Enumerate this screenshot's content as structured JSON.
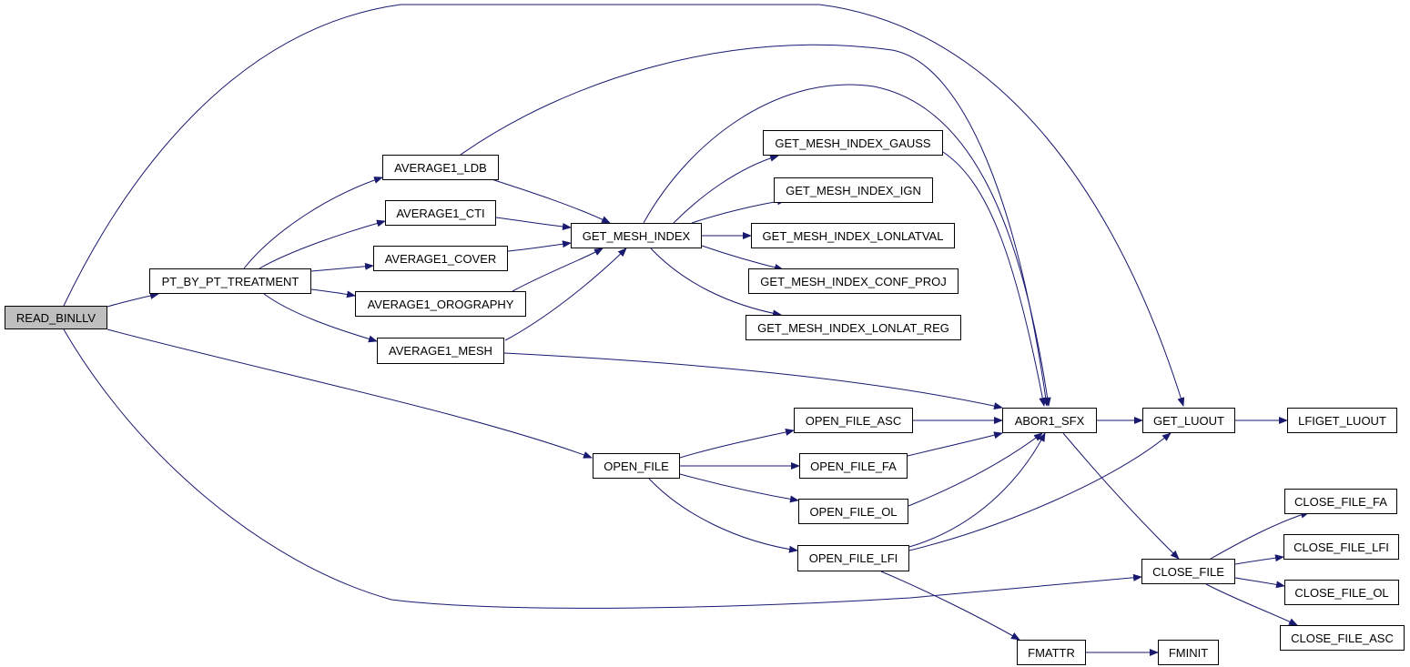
{
  "diagram": {
    "edge_color": "#191970",
    "root_fill": "#bfbfbf",
    "nodes": {
      "read_binllv": "READ_BINLLV",
      "pt_by_pt_treatment": "PT_BY_PT_TREATMENT",
      "average1_ldb": "AVERAGE1_LDB",
      "average1_cti": "AVERAGE1_CTI",
      "average1_cover": "AVERAGE1_COVER",
      "average1_orography": "AVERAGE1_OROGRAPHY",
      "average1_mesh": "AVERAGE1_MESH",
      "get_mesh_index": "GET_MESH_INDEX",
      "get_mesh_index_gauss": "GET_MESH_INDEX_GAUSS",
      "get_mesh_index_ign": "GET_MESH_INDEX_IGN",
      "get_mesh_index_lonlatval": "GET_MESH_INDEX_LONLATVAL",
      "get_mesh_index_conf_proj": "GET_MESH_INDEX_CONF_PROJ",
      "get_mesh_index_lonlat_reg": "GET_MESH_INDEX_LONLAT_REG",
      "abor1_sfx": "ABOR1_SFX",
      "get_luout": "GET_LUOUT",
      "lfiget_luout": "LFIGET_LUOUT",
      "open_file": "OPEN_FILE",
      "open_file_asc": "OPEN_FILE_ASC",
      "open_file_fa": "OPEN_FILE_FA",
      "open_file_ol": "OPEN_FILE_OL",
      "open_file_lfi": "OPEN_FILE_LFI",
      "close_file": "CLOSE_FILE",
      "close_file_fa": "CLOSE_FILE_FA",
      "close_file_lfi": "CLOSE_FILE_LFI",
      "close_file_ol": "CLOSE_FILE_OL",
      "close_file_asc": "CLOSE_FILE_ASC",
      "fmattr": "FMATTR",
      "fminit": "FMINIT"
    },
    "edges": [
      [
        "read_binllv",
        "pt_by_pt_treatment"
      ],
      [
        "read_binllv",
        "get_luout"
      ],
      [
        "read_binllv",
        "open_file"
      ],
      [
        "read_binllv",
        "close_file"
      ],
      [
        "pt_by_pt_treatment",
        "average1_ldb"
      ],
      [
        "pt_by_pt_treatment",
        "average1_cti"
      ],
      [
        "pt_by_pt_treatment",
        "average1_cover"
      ],
      [
        "pt_by_pt_treatment",
        "average1_orography"
      ],
      [
        "pt_by_pt_treatment",
        "average1_mesh"
      ],
      [
        "average1_ldb",
        "get_mesh_index"
      ],
      [
        "average1_ldb",
        "abor1_sfx"
      ],
      [
        "average1_cti",
        "get_mesh_index"
      ],
      [
        "average1_cover",
        "get_mesh_index"
      ],
      [
        "average1_orography",
        "get_mesh_index"
      ],
      [
        "average1_mesh",
        "get_mesh_index"
      ],
      [
        "average1_mesh",
        "abor1_sfx"
      ],
      [
        "get_mesh_index",
        "get_mesh_index_gauss"
      ],
      [
        "get_mesh_index",
        "get_mesh_index_ign"
      ],
      [
        "get_mesh_index",
        "get_mesh_index_lonlatval"
      ],
      [
        "get_mesh_index",
        "get_mesh_index_conf_proj"
      ],
      [
        "get_mesh_index",
        "get_mesh_index_lonlat_reg"
      ],
      [
        "get_mesh_index",
        "abor1_sfx"
      ],
      [
        "get_mesh_index_gauss",
        "abor1_sfx"
      ],
      [
        "abor1_sfx",
        "get_luout"
      ],
      [
        "abor1_sfx",
        "close_file"
      ],
      [
        "get_luout",
        "lfiget_luout"
      ],
      [
        "open_file",
        "open_file_asc"
      ],
      [
        "open_file",
        "open_file_fa"
      ],
      [
        "open_file",
        "open_file_ol"
      ],
      [
        "open_file",
        "open_file_lfi"
      ],
      [
        "open_file_asc",
        "abor1_sfx"
      ],
      [
        "open_file_fa",
        "abor1_sfx"
      ],
      [
        "open_file_ol",
        "abor1_sfx"
      ],
      [
        "open_file_lfi",
        "abor1_sfx"
      ],
      [
        "open_file_lfi",
        "get_luout"
      ],
      [
        "open_file_lfi",
        "fmattr"
      ],
      [
        "fmattr",
        "fminit"
      ],
      [
        "close_file",
        "close_file_fa"
      ],
      [
        "close_file",
        "close_file_lfi"
      ],
      [
        "close_file",
        "close_file_ol"
      ],
      [
        "close_file",
        "close_file_asc"
      ]
    ]
  }
}
